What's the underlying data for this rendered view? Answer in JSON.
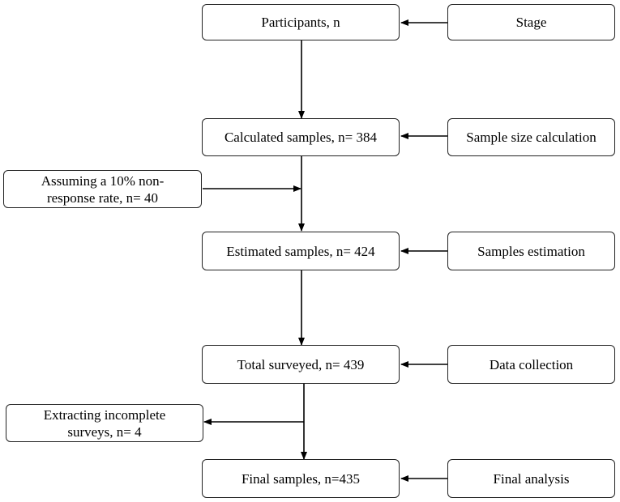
{
  "flow": {
    "participants": "Participants, n",
    "calculated": "Calculated samples, n= 384",
    "estimated": "Estimated samples, n= 424",
    "surveyed": "Total surveyed, n= 439",
    "final": "Final samples, n=435"
  },
  "stages": {
    "stage": "Stage",
    "sample_size": "Sample size calculation",
    "estimation": "Samples estimation",
    "data_collection": "Data collection",
    "final_analysis": "Final analysis"
  },
  "side_notes": {
    "non_response": "Assuming a 10% non-\nresponse rate, n= 40",
    "incomplete": "Extracting incomplete\nsurveys, n= 4"
  }
}
